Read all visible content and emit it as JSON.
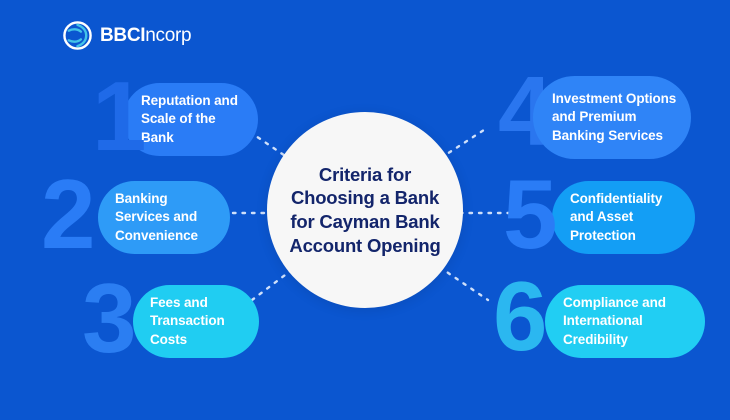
{
  "brand": {
    "logo_icon": "bbcincorp-swirl-icon",
    "name_bold": "BBCI",
    "name_light": "ncorp"
  },
  "center": {
    "title": "Criteria for Choosing a Bank for Cayman Bank Account Opening"
  },
  "colors": {
    "background": "#0b56d0",
    "center_circle": "#f7f7f7",
    "center_text": "#13256b",
    "pill_1": "#2a7cf6",
    "pill_2": "#2e9bf7",
    "pill_3": "#20cdf2",
    "pill_4": "#2f84f7",
    "pill_5": "#139ef5",
    "pill_6": "#21cef3",
    "numeral_1": "#1f6ae8",
    "numeral_2": "#2a7cf6",
    "numeral_3": "#2b7ef2",
    "numeral_4": "#2a76ef",
    "numeral_5": "#2a7cf6",
    "numeral_6": "#2bb7f0",
    "pill_text": "#ffffff",
    "connector": "#cfe0fb"
  },
  "items": [
    {
      "number": "1",
      "label": "Reputation and Scale of the Bank"
    },
    {
      "number": "2",
      "label": "Banking Services and Convenience"
    },
    {
      "number": "3",
      "label": "Fees and Transaction Costs"
    },
    {
      "number": "4",
      "label": "Investment Options and Premium Banking Services"
    },
    {
      "number": "5",
      "label": "Confidentiality and Asset Protection"
    },
    {
      "number": "6",
      "label": "Compliance and International Credibility"
    }
  ]
}
